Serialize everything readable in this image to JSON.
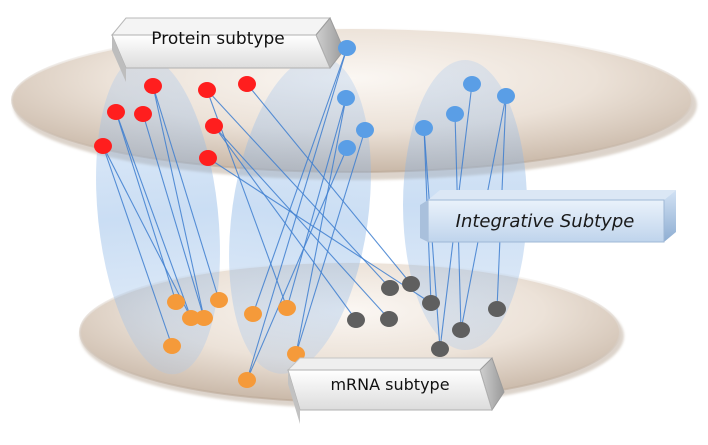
{
  "labels": {
    "protein": "Protein subtype",
    "integrative": "Integrative Subtype",
    "mrna": "mRNA subtype"
  },
  "colors": {
    "protein_dot": "#ff1e1e",
    "protein_blue_dot": "#5a9ee6",
    "mrna_orange_dot": "#f59a3a",
    "mrna_gray_dot": "#5f5f5f",
    "link_line": "#3f7fd0",
    "cluster_fill": "#8fb9e6",
    "plate_fill": "#e8ddd3"
  }
}
